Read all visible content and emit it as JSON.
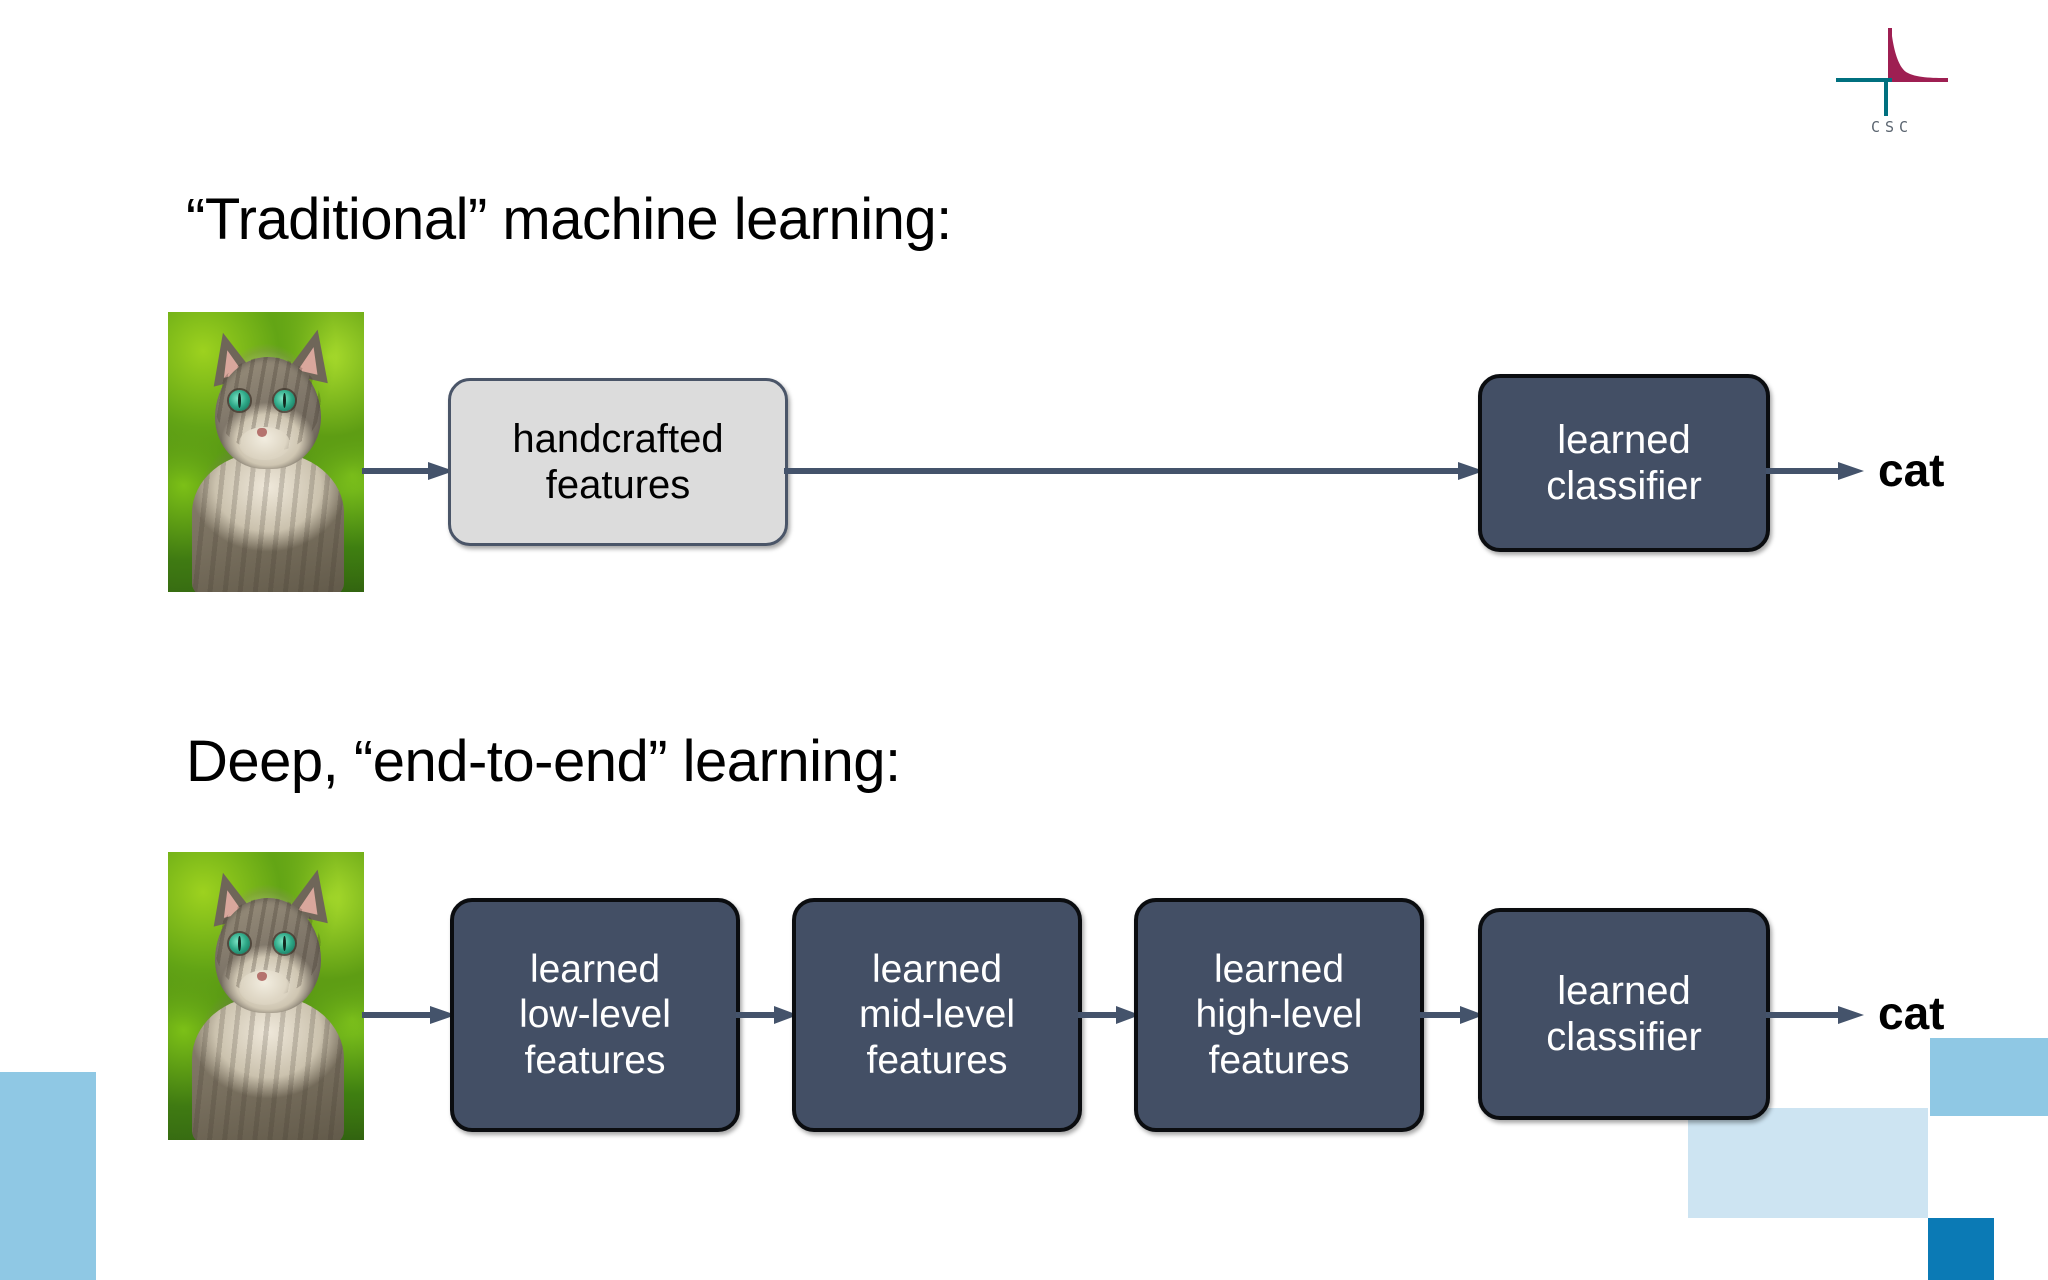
{
  "slide": {
    "background_color": "#ffffff",
    "logo": {
      "name": "csc-logo",
      "wordmark": "CSC",
      "curve_color_top": "#9e1f52",
      "curve_color_bottom": "#00707f"
    },
    "sections": [
      {
        "id": "traditional",
        "heading": "“Traditional” machine learning:",
        "input_image_alt": "tabby cat photo",
        "stages": [
          {
            "id": "handcrafted",
            "lines": [
              "handcrafted",
              "features"
            ],
            "style": "light"
          },
          {
            "id": "classifier",
            "lines": [
              "learned",
              "classifier"
            ],
            "style": "dark"
          }
        ],
        "output_label": "cat"
      },
      {
        "id": "end-to-end",
        "heading": "Deep, “end-to-end” learning:",
        "input_image_alt": "tabby cat photo",
        "stages": [
          {
            "id": "low-level",
            "lines": [
              "learned",
              "low-level",
              "features"
            ],
            "style": "dark"
          },
          {
            "id": "mid-level",
            "lines": [
              "learned",
              "mid-level",
              "features"
            ],
            "style": "dark"
          },
          {
            "id": "high-level",
            "lines": [
              "learned",
              "high-level",
              "features"
            ],
            "style": "dark"
          },
          {
            "id": "classifier",
            "lines": [
              "learned",
              "classifier"
            ],
            "style": "dark"
          }
        ],
        "output_label": "cat"
      }
    ],
    "colors": {
      "box_dark_fill": "#434f65",
      "box_dark_border": "#0b0d10",
      "box_light_fill": "#dcdcdc",
      "box_light_border": "#4a5568",
      "arrow": "#44536b",
      "heading_text": "#000000",
      "box_dark_text": "#ffffff",
      "box_light_text": "#000000",
      "deco_medium_blue": "#8fc8e4",
      "deco_pale_blue": "#cde4f2",
      "deco_strong_blue": "#0b7ab5"
    }
  }
}
